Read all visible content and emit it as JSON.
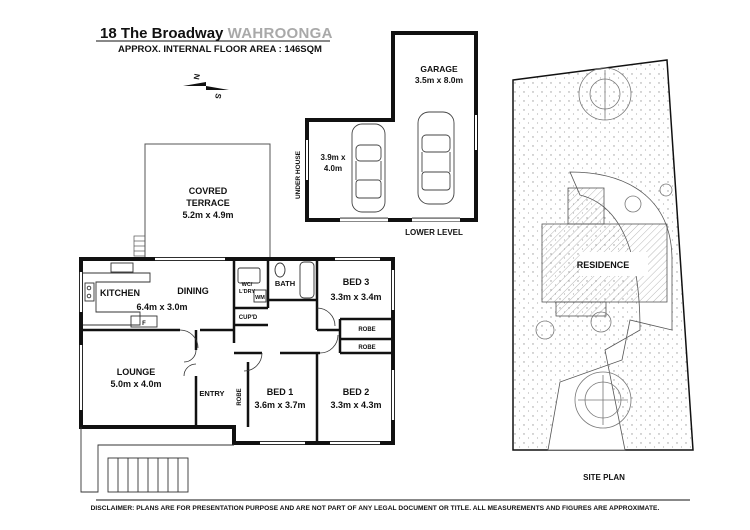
{
  "header": {
    "address": "18 The Broadway",
    "suburb": "WAHROONGA",
    "floor_area": "APPROX. INTERNAL FLOOR AREA : 146SQM"
  },
  "compass": {
    "north": "N",
    "south": "S"
  },
  "rooms": {
    "kitchen": "KITCHEN",
    "dining": "DINING",
    "kitchen_dining_size": "6.4m x 3.0m",
    "terrace_line1": "COVRED",
    "terrace_line2": "TERRACE",
    "terrace_size": "5.2m x 4.9m",
    "wc_line1": "WC/",
    "wc_line2": "L'DRY",
    "wm": "WM",
    "bath": "BATH",
    "cupd": "CUP'D",
    "bed3": "BED 3",
    "bed3_size": "3.3m x 3.4m",
    "robe_upper": "ROBE",
    "robe_lower": "ROBE",
    "lounge": "LOUNGE",
    "lounge_size": "5.0m x 4.0m",
    "entry": "ENTRY",
    "robe_vertical": "ROBE",
    "bed1": "BED 1",
    "bed1_size": "3.6m x 3.7m",
    "bed2": "BED 2",
    "bed2_size": "3.3m x 4.3m",
    "fridge": "F"
  },
  "lower_level": {
    "garage": "GARAGE",
    "garage_size": "3.5m x 8.0m",
    "under_size_line1": "3.9m x",
    "under_size_line2": "4.0m",
    "under_house": "UNDER HOUSE",
    "label": "LOWER LEVEL"
  },
  "site_plan": {
    "residence": "RESIDENCE",
    "label": "SITE PLAN"
  },
  "disclaimer": "DISCLAIMER: PLANS ARE FOR PRESENTATION PURPOSE AND ARE NOT PART OF ANY LEGAL DOCUMENT OR TITLE. ALL MEASUREMENTS AND FIGURES ARE APPROXIMATE."
}
